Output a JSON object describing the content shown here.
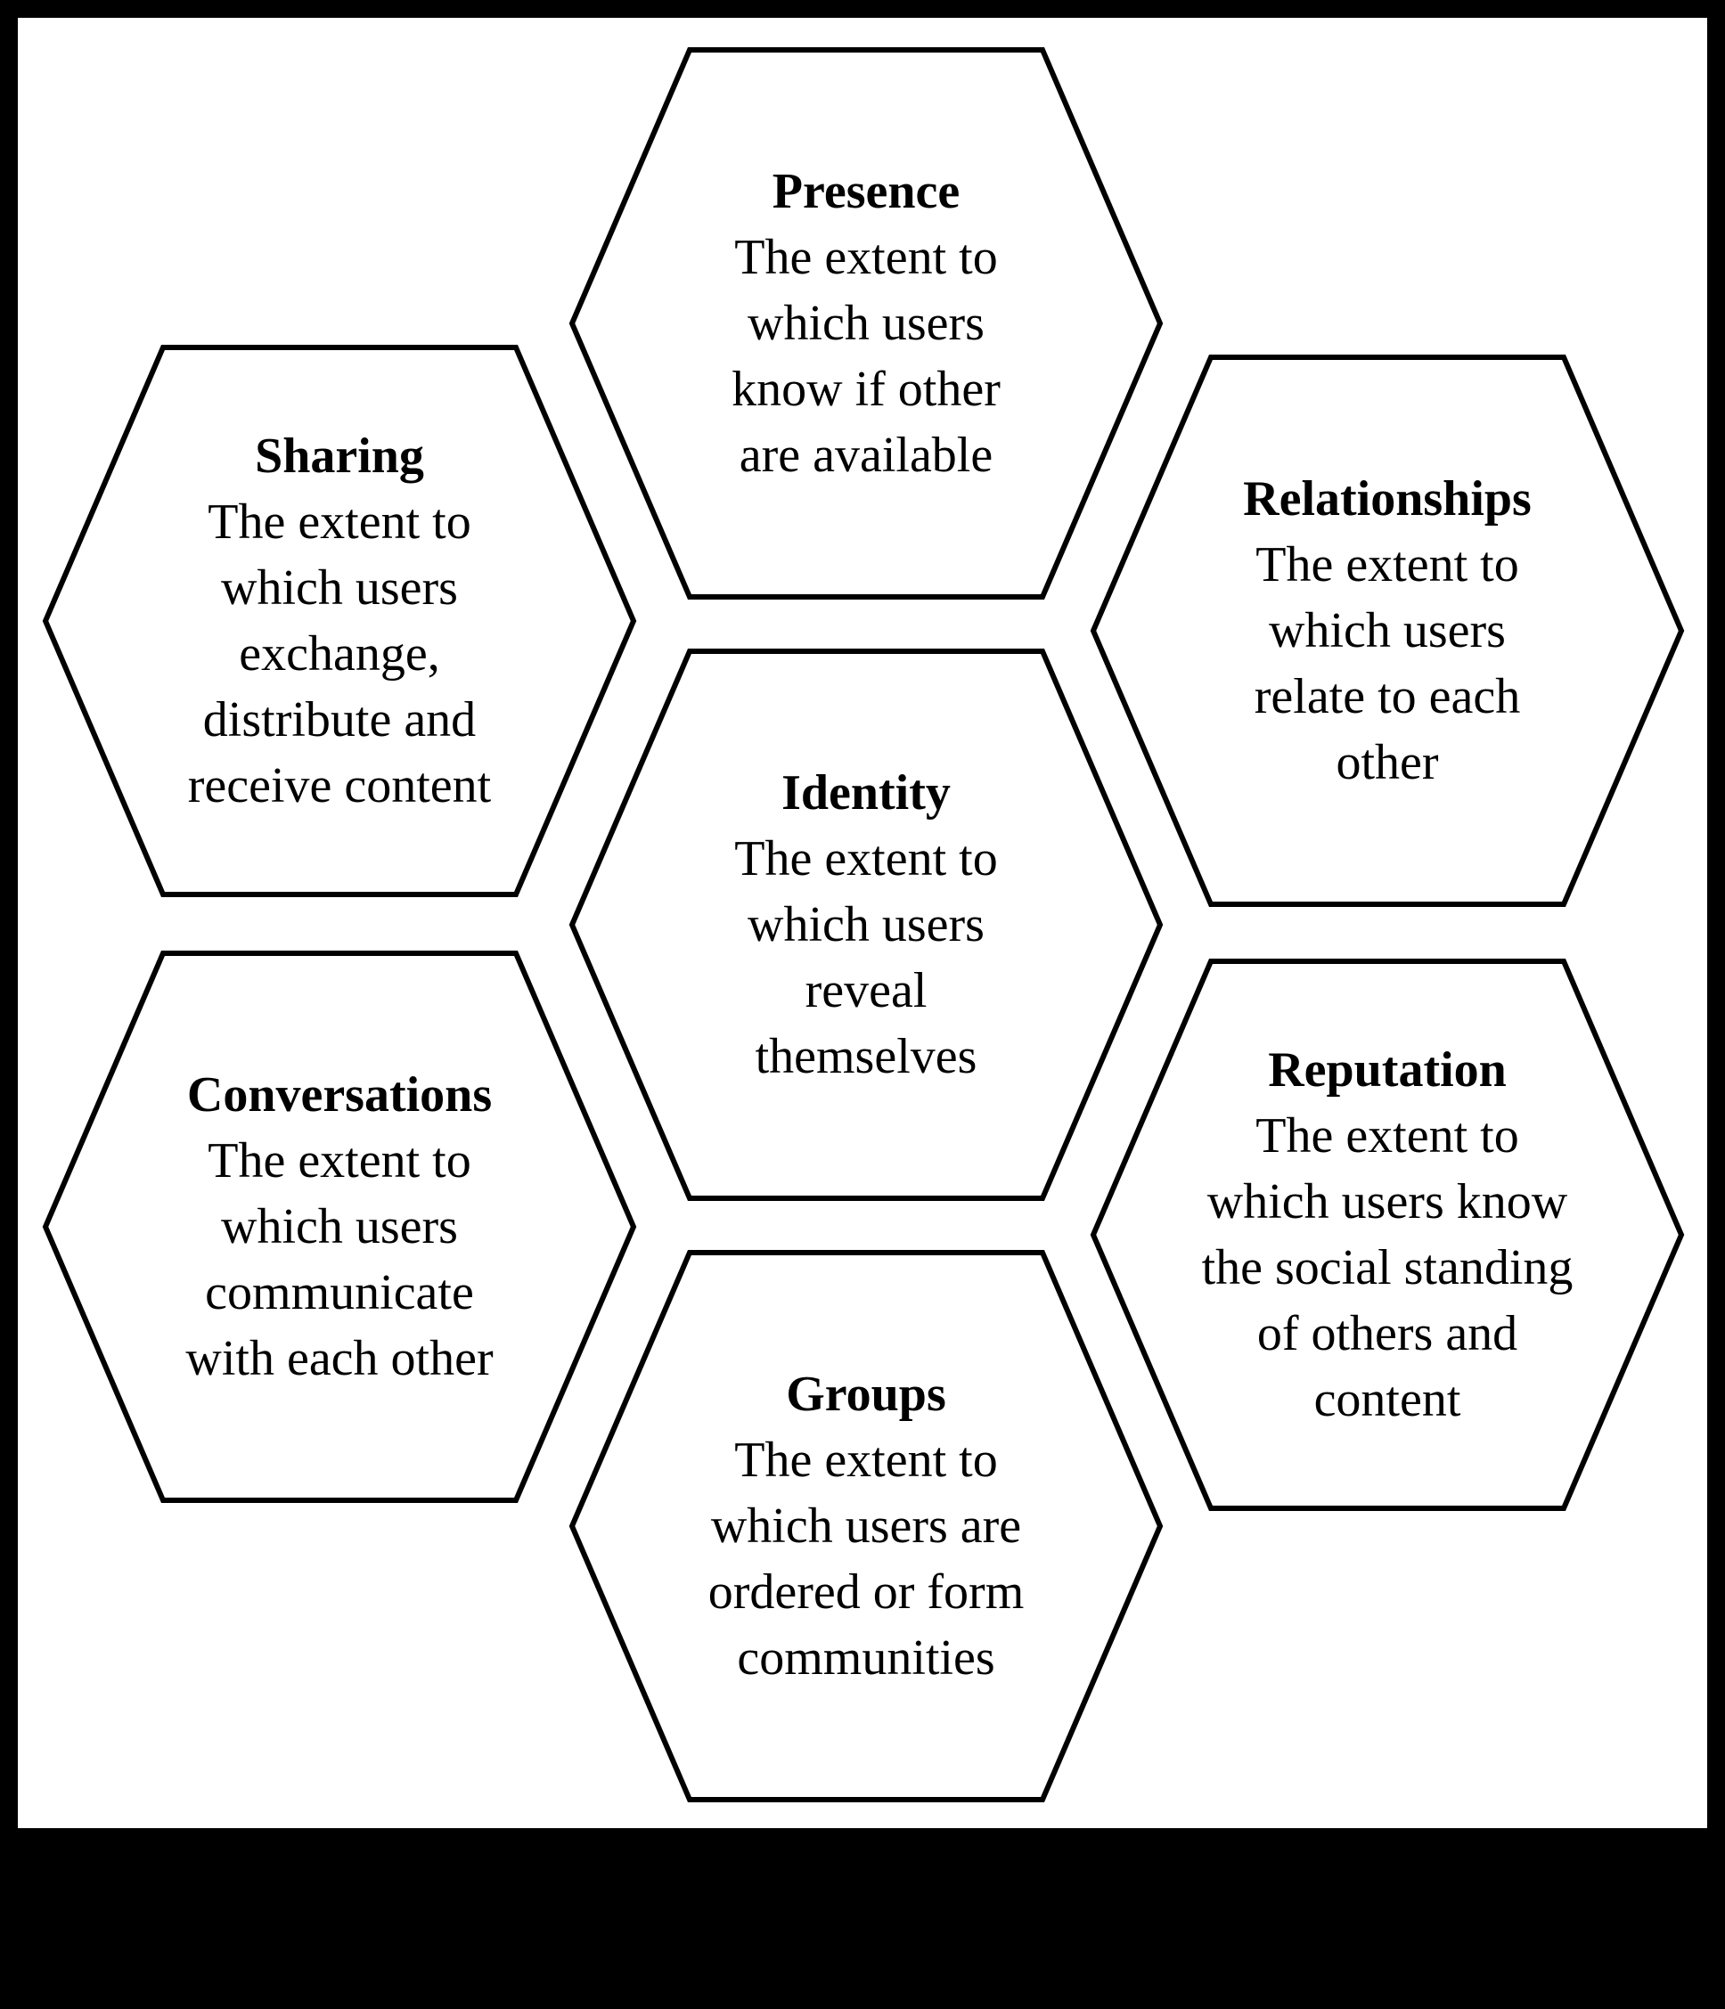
{
  "colors": {
    "frame": "#000000",
    "background": "#ffffff",
    "hexagon_stroke": "#000000",
    "text": "#000000"
  },
  "hexagons": [
    {
      "id": "presence",
      "title": "Presence",
      "lines": [
        "The extent to",
        "which users",
        "know if other",
        "are available"
      ]
    },
    {
      "id": "sharing",
      "title": "Sharing",
      "lines": [
        "The extent to",
        "which users",
        "exchange,",
        "distribute and",
        "receive content"
      ]
    },
    {
      "id": "relationships",
      "title": "Relationships",
      "lines": [
        "The extent to",
        "which users",
        "relate to each",
        "other"
      ]
    },
    {
      "id": "identity",
      "title": "Identity",
      "lines": [
        "The extent to",
        "which users",
        "reveal",
        "themselves"
      ]
    },
    {
      "id": "conversations",
      "title": "Conversations",
      "lines": [
        "The extent to",
        "which users",
        "communicate",
        "with each other"
      ]
    },
    {
      "id": "reputation",
      "title": "Reputation",
      "lines": [
        "The extent to",
        "which users know",
        "the social standing",
        "of others and",
        "content"
      ]
    },
    {
      "id": "groups",
      "title": "Groups",
      "lines": [
        "The extent to",
        "which users are",
        "ordered or form",
        "communities"
      ]
    }
  ]
}
